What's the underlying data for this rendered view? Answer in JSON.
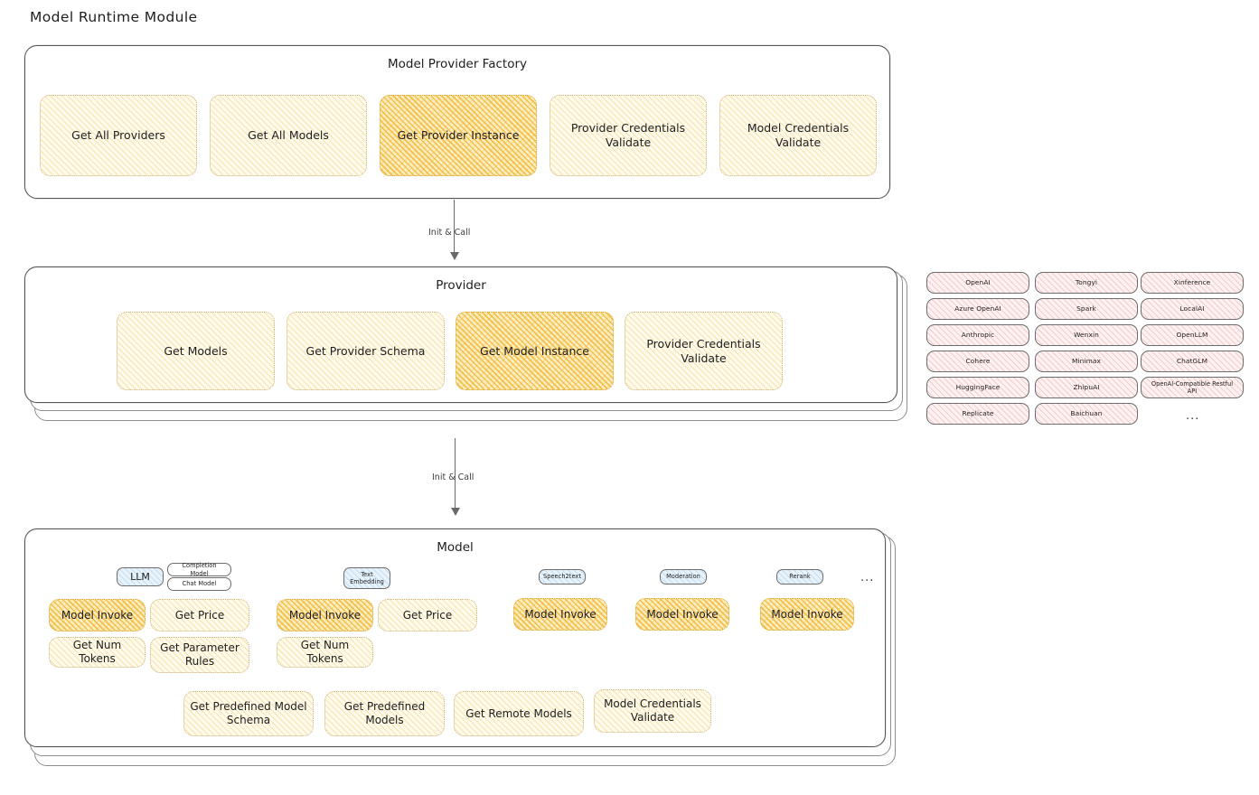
{
  "page": {
    "title": "Model Runtime Module"
  },
  "factory": {
    "title": "Model Provider Factory",
    "items": [
      {
        "label": "Get All Providers",
        "highlight": false
      },
      {
        "label": "Get All Models",
        "highlight": false
      },
      {
        "label": "Get Provider Instance",
        "highlight": true
      },
      {
        "label": "Provider Credentials Validate",
        "highlight": false
      },
      {
        "label": "Model Credentials Validate",
        "highlight": false
      }
    ]
  },
  "arrows": [
    {
      "label": "Init & Call"
    },
    {
      "label": "Init & Call"
    }
  ],
  "provider": {
    "title": "Provider",
    "items": [
      {
        "label": "Get Models",
        "highlight": false
      },
      {
        "label": "Get Provider Schema",
        "highlight": false
      },
      {
        "label": "Get Model Instance",
        "highlight": true
      },
      {
        "label": "Provider Credentials Validate",
        "highlight": false
      }
    ]
  },
  "provider_list": {
    "columns": [
      {
        "items": [
          "OpenAI",
          "Azure OpenAI",
          "Anthropic",
          "Cohere",
          "HuggingFace",
          "Replicate"
        ]
      },
      {
        "items": [
          "Tongyi",
          "Spark",
          "Wenxin",
          "Minimax",
          "ZhipuAI",
          "Baichuan"
        ]
      },
      {
        "items": [
          "Xinference",
          "LocalAI",
          "OpenLLM",
          "ChatGLM",
          "OpenAI-Compatible Restful API"
        ]
      }
    ],
    "more": "..."
  },
  "model": {
    "title": "Model",
    "more": "...",
    "types": [
      {
        "name": "LLM",
        "subtypes": [
          "Completion Model",
          "Chat Model"
        ],
        "ops": [
          {
            "label": "Model Invoke",
            "highlight": true
          },
          {
            "label": "Get Price",
            "highlight": false
          },
          {
            "label": "Get Num Tokens",
            "highlight": false
          },
          {
            "label": "Get Parameter Rules",
            "highlight": false
          }
        ]
      },
      {
        "name": "Text Embedding",
        "subtypes": [],
        "ops": [
          {
            "label": "Model Invoke",
            "highlight": true
          },
          {
            "label": "Get Price",
            "highlight": false
          },
          {
            "label": "Get Num Tokens",
            "highlight": false
          }
        ]
      },
      {
        "name": "Speech2text",
        "subtypes": [],
        "ops": [
          {
            "label": "Model Invoke",
            "highlight": true
          }
        ]
      },
      {
        "name": "Moderation",
        "subtypes": [],
        "ops": [
          {
            "label": "Model Invoke",
            "highlight": true
          }
        ]
      },
      {
        "name": "Rerank",
        "subtypes": [],
        "ops": [
          {
            "label": "Model Invoke",
            "highlight": true
          }
        ]
      }
    ],
    "common_ops": [
      "Get Predefined Model Schema",
      "Get Predefined Models",
      "Get Remote Models",
      "Model Credentials Validate"
    ]
  },
  "colors": {
    "highlight_fill": "#f5cf74",
    "light_fill": "#fdf3da",
    "provider_chip_fill": "#fdeaea",
    "model_type_chip_fill": "#e3eff9",
    "stroke": "#575757"
  }
}
